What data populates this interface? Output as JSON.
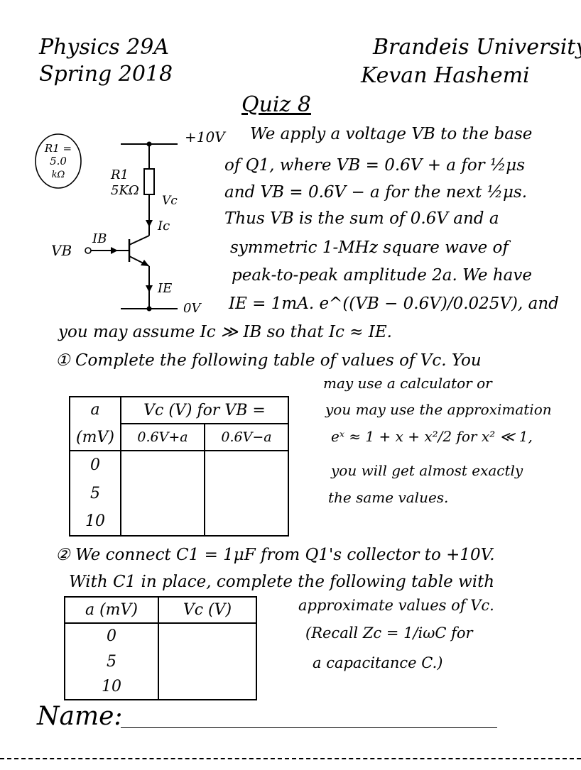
{
  "header": {
    "course": "Physics 29A",
    "term": "Spring 2018",
    "university": "Brandeis University",
    "author": "Kevan Hashemi",
    "quiz_title": "Quiz 8"
  },
  "circuit": {
    "supply_label": "+10V",
    "ground_label": "0V",
    "r1_note": [
      "R1 =",
      "5.0",
      "kΩ"
    ],
    "r1_label": "R1",
    "r1_value": "5KΩ",
    "vc_label": "Vc",
    "ic_label": "Ic",
    "ib_label": "IB",
    "vb_label": "VB",
    "ie_label": "IE"
  },
  "intro": {
    "lines": [
      "We apply a voltage VB to the base",
      "of Q1, where VB = 0.6V + a for ½μs",
      "and VB = 0.6V − a for the next ½μs.",
      "Thus VB is the sum of 0.6V and a",
      "symmetric 1-MHz square wave of",
      "peak-to-peak amplitude 2a. We have",
      "IE = 1mA. e^((VB − 0.6V)/0.025V), and"
    ],
    "assume": "you may assume Ic ≫ IB so that Ic ≈ IE."
  },
  "q1": {
    "number": "①",
    "text": "Complete the following table of values of Vc. You",
    "note_lines": [
      "may use a calculator or",
      "you may use the approximation",
      "eˣ ≈ 1 + x + x²/2 for x² ≪ 1,",
      "you will get almost exactly",
      "the same values."
    ],
    "table": {
      "col_a_header": [
        "a",
        "(mV)"
      ],
      "group_header": "Vc (V) for VB =",
      "sub_headers": [
        "0.6V+a",
        "0.6V−a"
      ],
      "rows": [
        "0",
        "5",
        "10"
      ]
    }
  },
  "q2": {
    "number": "②",
    "lines": [
      "We connect C1 = 1μF from Q1's collector to +10V.",
      "With C1 in place, complete the following table with"
    ],
    "note_lines": [
      "approximate values of Vc.",
      "(Recall Zc = 1/iωC for",
      "a capacitance C.)"
    ],
    "table": {
      "headers": [
        "a (mV)",
        "Vc (V)"
      ],
      "rows": [
        "0",
        "5",
        "10"
      ]
    }
  },
  "footer": {
    "name_label": "Name:"
  }
}
